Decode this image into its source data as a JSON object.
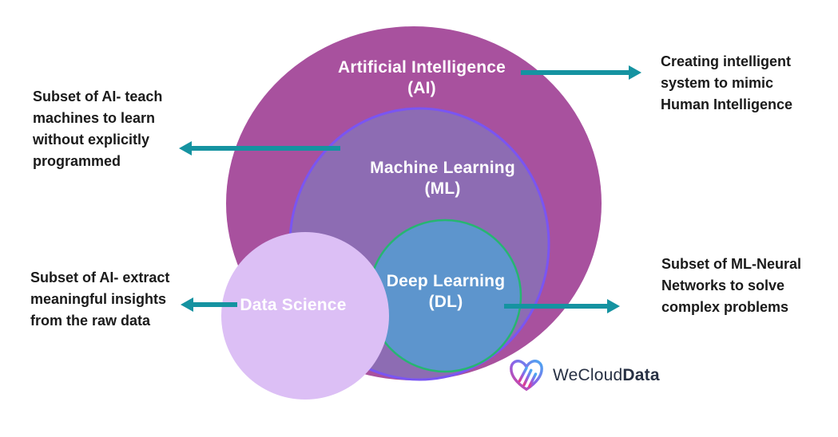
{
  "page": {
    "background": "#ffffff"
  },
  "diagram": {
    "circles": [
      {
        "name": "artificial-intelligence",
        "label": "Artificial Intelligence\n(AI)",
        "fill": "#a8519e",
        "stroke": "none"
      },
      {
        "name": "machine-learning",
        "label": "Machine Learning\n(ML)",
        "fill": "#8d6cb3",
        "stroke": "#7a55f2"
      },
      {
        "name": "deep-learning",
        "label": "Deep Learning\n(DL)",
        "fill": "#5d95cd",
        "stroke": "#26b671"
      },
      {
        "name": "data-science",
        "label": "Data Science",
        "fill": "#dcbff5",
        "stroke": "none"
      }
    ],
    "annotations": [
      {
        "name": "ai-note",
        "text": "Creating intelligent\nsystem to mimic\nHuman Intelligence",
        "target": "artificial-intelligence",
        "arrow_direction": "right"
      },
      {
        "name": "ml-note",
        "text": "Subset of AI- teach\nmachines to learn\nwithout explicitly\nprogrammed",
        "target": "machine-learning",
        "arrow_direction": "left"
      },
      {
        "name": "ds-note",
        "text": "Subset of AI- extract\nmeaningful insights\nfrom the raw data",
        "target": "data-science",
        "arrow_direction": "left"
      },
      {
        "name": "dl-note",
        "text": "Subset of ML-Neural\nNetworks to solve\ncomplex problems",
        "target": "deep-learning",
        "arrow_direction": "right"
      }
    ],
    "arrow_color": "#1593a1",
    "label_text_color": "#ffffff",
    "annotation_text_color": "#1a1a1a"
  },
  "logo": {
    "brand_regular": "WeCloud",
    "brand_bold": "Data",
    "text_color": "#273043",
    "icon_gradient": [
      "#e23a8e",
      "#8a64e8",
      "#4aa9f2"
    ]
  }
}
